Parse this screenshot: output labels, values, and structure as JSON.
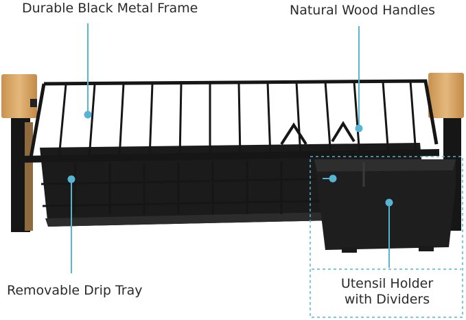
{
  "callouts": {
    "frame": "Durable Black Metal Frame",
    "wood": "Natural Wood Handles",
    "tray": "Removable Drip Tray",
    "utensil_line1": "Utensil Holder",
    "utensil_line2": "with Dividers"
  },
  "colors": {
    "metal": "#161616",
    "wood": "#d9a86a",
    "callout": "#57b4d3",
    "text": "#2a2a2a"
  }
}
